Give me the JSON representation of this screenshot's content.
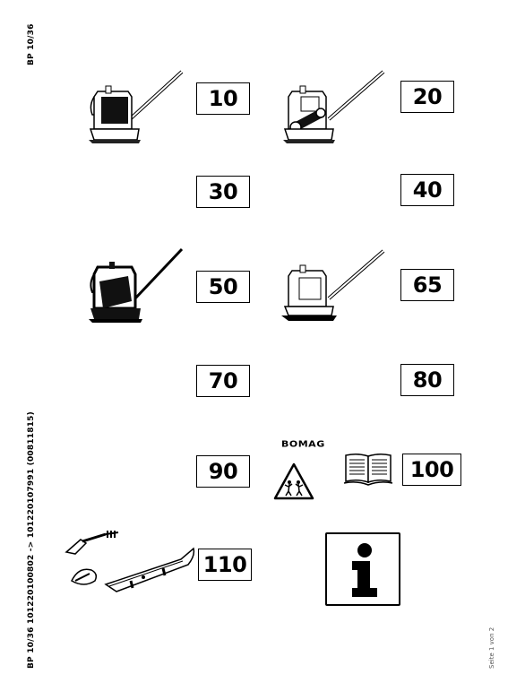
{
  "sidebar": {
    "title": "BP 10/36",
    "range": "BP 10/36 101220100802 -> 101220107991 (00811815)"
  },
  "page_note": "Seite 1 von 2",
  "boxes": {
    "b10": "10",
    "b20": "20",
    "b30": "30",
    "b40": "40",
    "b50": "50",
    "b65": "65",
    "b70": "70",
    "b80": "80",
    "b90": "90",
    "b100": "100",
    "b110": "110"
  },
  "logo_text": "BOMAG"
}
